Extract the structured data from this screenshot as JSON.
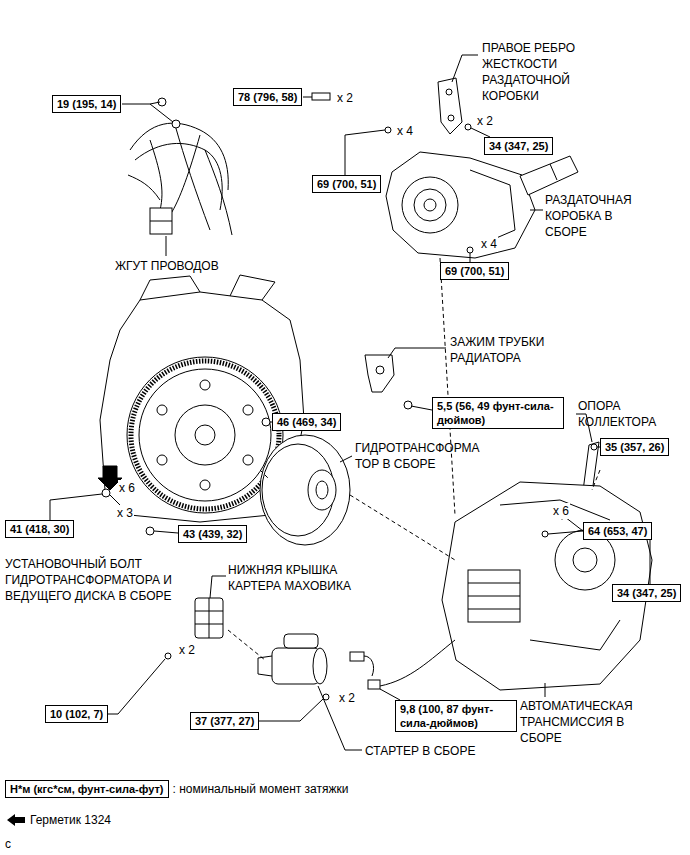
{
  "diagram": {
    "nodes": [
      {
        "text": [
          "19 (195, 14)"
        ]
      },
      {
        "text": [
          "78 (796, 58)"
        ]
      },
      {
        "text": [
          "69 (700, 51)"
        ]
      },
      {
        "text": [
          "34 (347, 25)"
        ]
      },
      {
        "text": [
          "69 (700, 51)"
        ]
      },
      {
        "text": [
          "5,5 (56, 49 фунт-сила-дюймов)"
        ]
      },
      {
        "text": [
          "46 (469, 34)"
        ]
      },
      {
        "text": [
          "35 (357, 26)"
        ]
      },
      {
        "text": [
          "41 (418, 30)"
        ]
      },
      {
        "text": [
          "43 (439, 32)"
        ]
      },
      {
        "text": [
          "64 (653, 47)"
        ]
      },
      {
        "text": [
          "34 (347, 25)"
        ]
      },
      {
        "text": [
          "10 (102, 7)"
        ]
      },
      {
        "text": [
          "9,8 (100, 87 фунт-сила-дюймов)"
        ]
      },
      {
        "text": [
          "37 (377, 27)"
        ]
      },
      {
        "text": [
          "Н*м (кгс*см, фунт-сила-фут)"
        ]
      }
    ],
    "labels": [
      "x 2",
      "ПРАВОЕ РЕБРО ЖЕСТКОСТИ РАЗДАТОЧНОЙ КОРОБКИ",
      "x 4",
      "x 2",
      "РАЗДАТОЧНАЯ КОРОБКА В СБОРЕ",
      "x 4",
      "ЖГУТ ПРОВОДОВ",
      "ЗАЖИМ ТРУБКИ РАДИАТОРА",
      "ОПОРА КОЛЛЕКТОРА",
      "ГИДРОТРАНСФОРМА ТОР В СБОРЕ",
      "x 6",
      "x 3",
      "x 6",
      "УСТАНОВОЧНЫЙ БОЛТ ГИДРОТРАНСФОРМАТОРА И ВЕДУЩЕГО ДИСКА В СБОРЕ",
      "НИЖНЯЯ КРЫШКА КАРТЕРА МАХОВИКА",
      "x 2",
      "x 2",
      "СТАРТЕР В СБОРЕ",
      "АВТОМАТИЧЕСКАЯ ТРАНСМИССИЯ В СБОРЕ",
      "c"
    ],
    "legend": [
      {
        "text": ": номинальный момент затяжки"
      },
      {
        "text": "Герметик 1324"
      }
    ]
  }
}
